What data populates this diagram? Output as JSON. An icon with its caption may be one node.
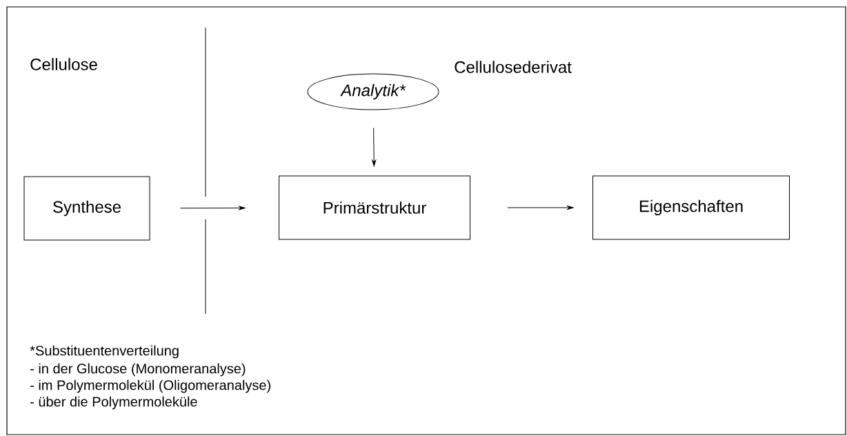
{
  "diagram": {
    "nodes": [
      {
        "text": [
          "Synthese"
        ]
      },
      {
        "text": [
          "Analytik*"
        ]
      },
      {
        "text": [
          "Primärstruktur"
        ]
      },
      {
        "text": [
          "Eigenschaften"
        ]
      }
    ],
    "edges": [
      {
        "from": 0,
        "to": 2,
        "arrow": "to"
      },
      {
        "from": 1,
        "to": 2,
        "arrow": "to"
      },
      {
        "from": 2,
        "to": 3,
        "arrow": "to"
      }
    ],
    "labels": [
      "Cellulose",
      "Cellulosederivat",
      "*Substituentenverteilung",
      "- in der Glucose (Monomeranalyse)",
      "- im Polymermolekül (Oligomeranalyse)",
      "- über die Polymermoleküle"
    ]
  }
}
